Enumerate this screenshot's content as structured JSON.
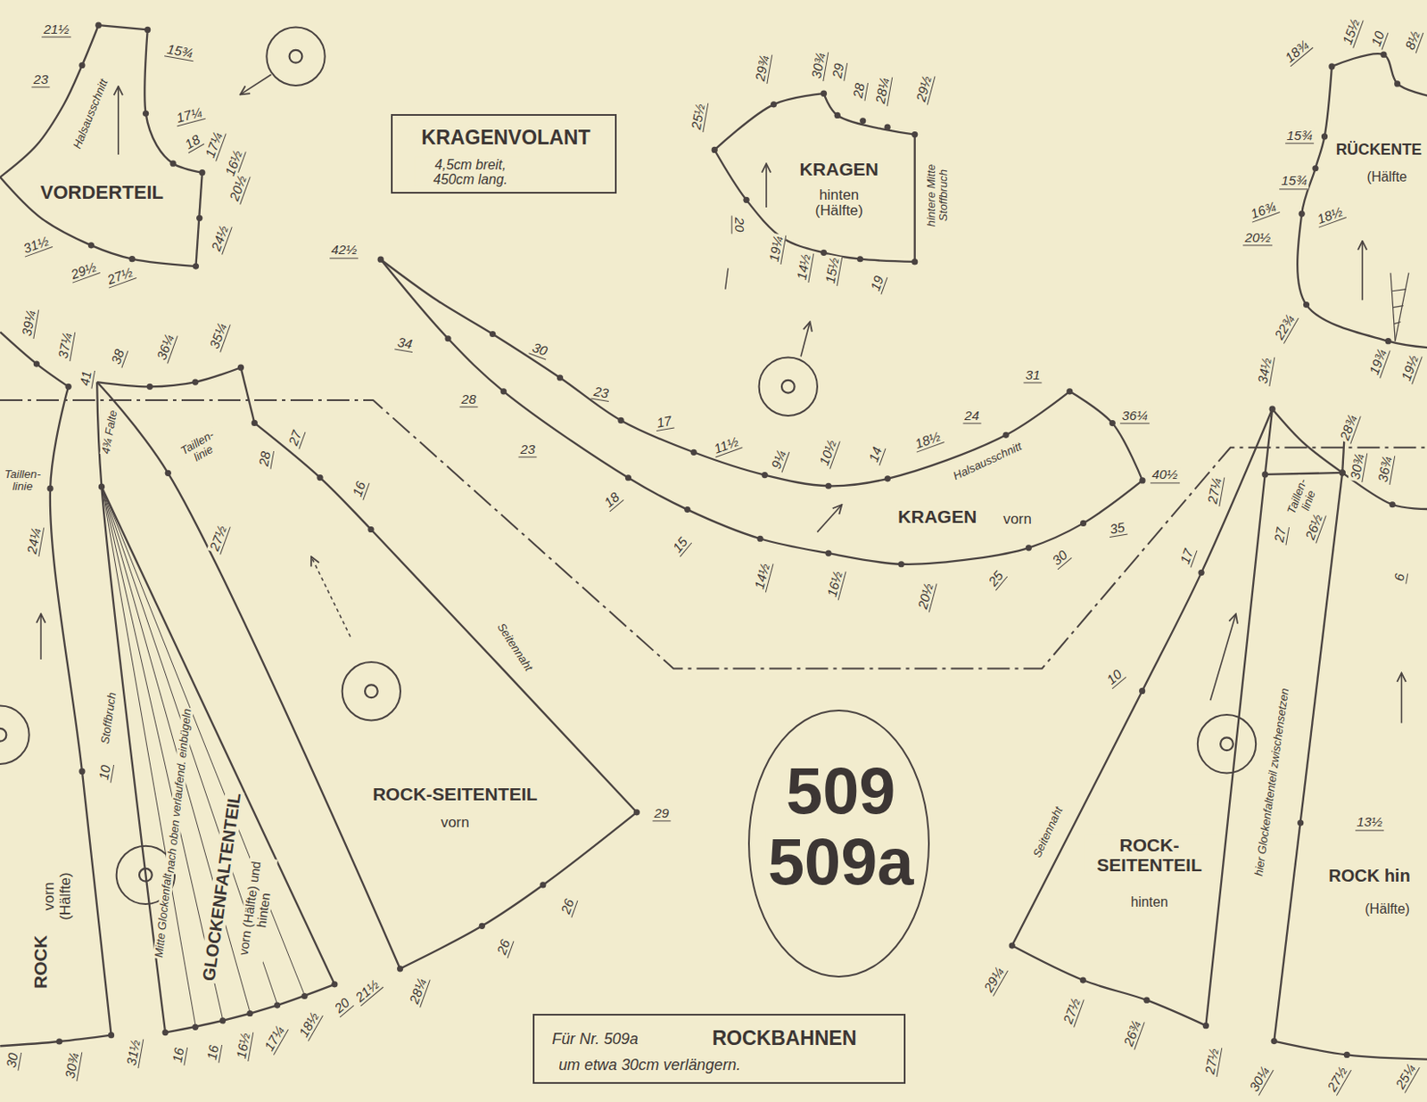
{
  "diagram": {
    "nodes": [
      {
        "text": [
          "VORDERTEIL"
        ]
      },
      {
        "text": [
          "KRAGENVOLANT",
          "4,5cm breit, 450cm lang."
        ]
      },
      {
        "text": [
          "KRAGEN",
          "hinten (Hälfte)"
        ]
      },
      {
        "text": [
          "RÜCKENTE",
          "(Hälfte"
        ]
      },
      {
        "text": [
          "KRAGEN",
          "vorn"
        ]
      },
      {
        "text": [
          "ROCK",
          "vorn (Hälfte)"
        ]
      },
      {
        "text": [
          "GLOCKENFALTENTEIL",
          "vorn (Hälfte) und hinten"
        ]
      },
      {
        "text": [
          "ROCK-SEITENTEIL",
          "vorn"
        ]
      },
      {
        "text": [
          "509",
          "509a"
        ]
      },
      {
        "text": [
          "ROCK- SEITENTEIL",
          "hinten"
        ]
      },
      {
        "text": [
          "ROCK hin",
          "(Hälfte)"
        ]
      },
      {
        "text": [
          "Für Nr. 509a",
          "ROCKBAHNEN",
          "um etwa 30cm verlängern."
        ]
      }
    ],
    "labels": [
      "21½",
      "15¾",
      "23",
      "Halsausschnitt",
      "17¼",
      "18",
      "17¼",
      "16½",
      "20½",
      "24½",
      "31½",
      "29½",
      "27½",
      "25½",
      "29¾",
      "30¾",
      "29",
      "28",
      "28¼",
      "29½",
      "20",
      "19¼",
      "14½",
      "15½",
      "19",
      "hintere Mitte Stoffbruch",
      "42½",
      "34",
      "30",
      "23",
      "17",
      "11½",
      "9¼",
      "10½",
      "14",
      "18½",
      "24",
      "Halsausschnitt",
      "31",
      "36¼",
      "40½",
      "28",
      "23",
      "18",
      "15",
      "14½",
      "16½",
      "20½",
      "25",
      "30",
      "35",
      "38",
      "36¼",
      "35¼",
      "28",
      "27",
      "16",
      "Taillen- linie",
      "27½",
      "Seitennaht",
      "29",
      "26",
      "26",
      "28¼",
      "39¼",
      "37¼",
      "41",
      "Taillen- linie",
      "24¼",
      "10",
      "31½",
      "30¾",
      "30",
      "4¾ Falte",
      "Stoffbruch",
      "Mitte Glockenfalten",
      "nach oben verlaufend. einbügeln",
      "16",
      "16",
      "16½",
      "17¼",
      "18½",
      "20",
      "21½",
      "34½",
      "28¾",
      "27¼",
      "Taillen- linie",
      "27",
      "26½",
      "17",
      "10",
      "Seitennaht",
      "29¼",
      "27½",
      "26¾",
      "27½",
      "30¾",
      "36¾",
      "6",
      "hier Glockenfaltenteil zwischensetzen",
      "13½",
      "30¼",
      "27½",
      "25¼",
      "18¾",
      "15½",
      "10",
      "8½",
      "15¾",
      "15¾",
      "16¾",
      "18½",
      "20½",
      "22¾",
      "19¾",
      "19½"
    ]
  }
}
